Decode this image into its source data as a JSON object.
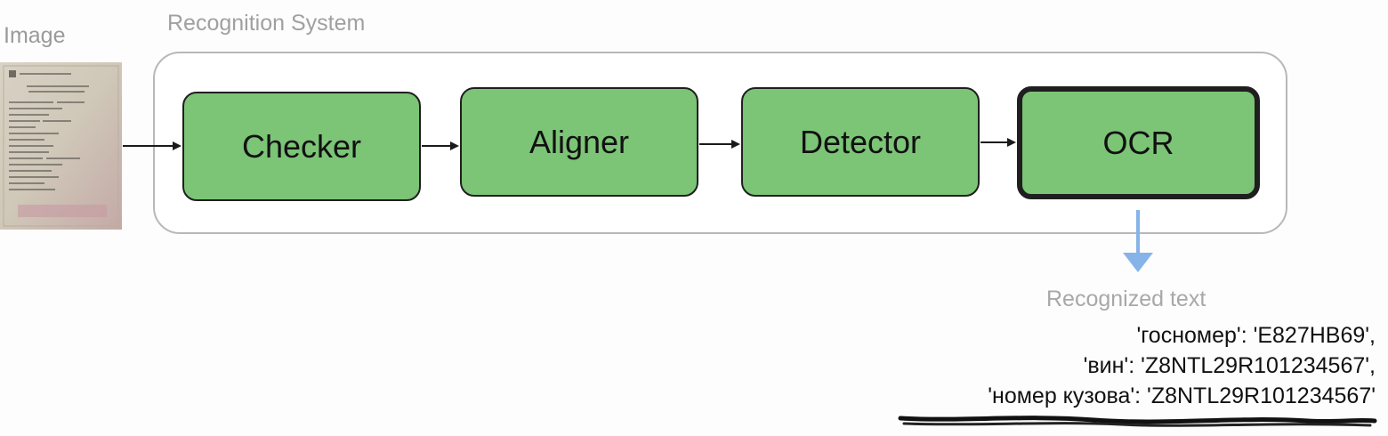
{
  "labels": {
    "input": "Image",
    "system": "Recognition System"
  },
  "stages": [
    {
      "id": "checker",
      "label": "Checker",
      "highlight": false
    },
    {
      "id": "aligner",
      "label": "Aligner",
      "highlight": false
    },
    {
      "id": "detector",
      "label": "Detector",
      "highlight": false
    },
    {
      "id": "ocr",
      "label": "OCR",
      "highlight": true
    }
  ],
  "output": {
    "label": "Recognized text",
    "lines": [
      "'госномер': 'E827HB69',",
      "'вин': 'Z8NTL29R101234567',",
      "'номер кузова': 'Z8NTL29R101234567'"
    ]
  },
  "colors": {
    "stage_fill": "#7cc476",
    "stage_border": "#1f1f1f",
    "frame_border": "#b8b8b8",
    "output_arrow": "#86b4e8",
    "muted_text": "#a0a0a0"
  },
  "icons": {
    "input": "vehicle-registration-document-photo",
    "output_arrow": "arrow-down-icon"
  }
}
